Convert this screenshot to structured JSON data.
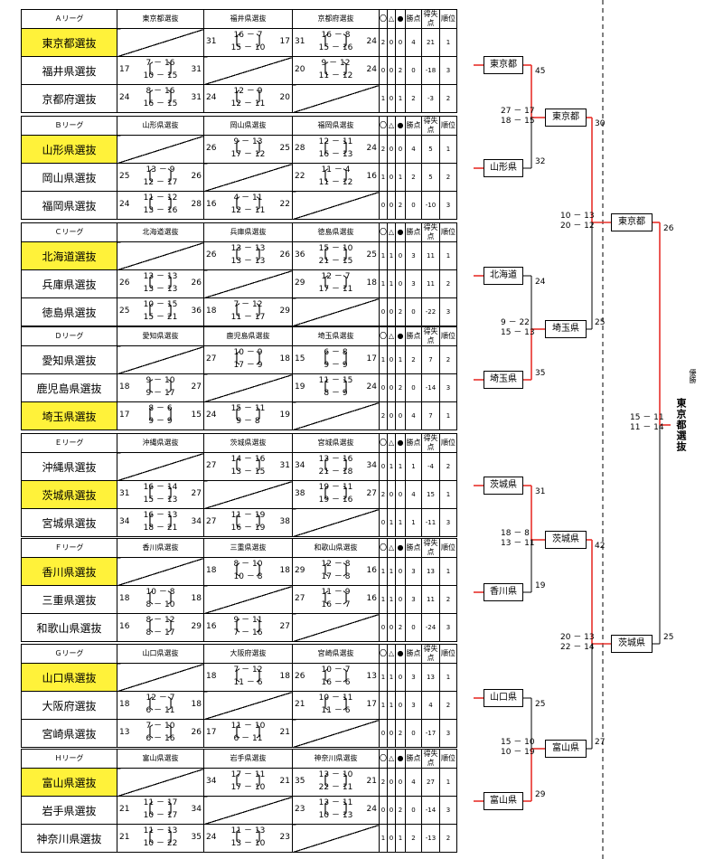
{
  "col_headers": {
    "win": "〇",
    "draw": "△",
    "loss": "●",
    "points": "勝点",
    "diff": "得失点",
    "rank": "順位"
  },
  "leagues": [
    {
      "name": "Ａリーグ",
      "teams": [
        "東京都選抜",
        "福井県選抜",
        "京都府選抜"
      ],
      "winner": 0,
      "scores": {
        "0-1": {
          "l": "31",
          "r": "17",
          "s1": "16 － 7",
          "s2": "15 － 10"
        },
        "0-2": {
          "l": "31",
          "r": "24",
          "s1": "16 － 8",
          "s2": "15 － 16"
        },
        "1-0": {
          "l": "17",
          "r": "31",
          "s1": "7 － 16",
          "s2": "10 － 15"
        },
        "1-2": {
          "l": "20",
          "r": "24",
          "s1": "9 － 12",
          "s2": "11 － 12"
        },
        "2-0": {
          "l": "24",
          "r": "31",
          "s1": "8 － 16",
          "s2": "16 － 15"
        },
        "2-1": {
          "l": "24",
          "r": "20",
          "s1": "12 － 9",
          "s2": "12 － 11"
        }
      },
      "stats": [
        [
          "2",
          "0",
          "0",
          "4",
          "21",
          "1"
        ],
        [
          "0",
          "0",
          "2",
          "0",
          "-18",
          "3"
        ],
        [
          "1",
          "0",
          "1",
          "2",
          "-3",
          "2"
        ]
      ]
    },
    {
      "name": "Ｂリーグ",
      "teams": [
        "山形県選抜",
        "岡山県選抜",
        "福岡県選抜"
      ],
      "winner": 0,
      "scores": {
        "0-1": {
          "l": "26",
          "r": "25",
          "s1": "9 － 13",
          "s2": "17 － 12"
        },
        "0-2": {
          "l": "28",
          "r": "24",
          "s1": "12 － 11",
          "s2": "16 － 13"
        },
        "1-0": {
          "l": "25",
          "r": "26",
          "s1": "13 － 9",
          "s2": "12 － 17"
        },
        "1-2": {
          "l": "22",
          "r": "16",
          "s1": "11 － 4",
          "s2": "11 － 12"
        },
        "2-0": {
          "l": "24",
          "r": "28",
          "s1": "11 － 12",
          "s2": "13 － 16"
        },
        "2-1": {
          "l": "16",
          "r": "22",
          "s1": "4 － 11",
          "s2": "12 － 11"
        }
      },
      "stats": [
        [
          "2",
          "0",
          "0",
          "4",
          "5",
          "1"
        ],
        [
          "1",
          "0",
          "1",
          "2",
          "5",
          "2"
        ],
        [
          "0",
          "0",
          "2",
          "0",
          "-10",
          "3"
        ]
      ]
    },
    {
      "name": "Ｃリーグ",
      "teams": [
        "北海道選抜",
        "兵庫県選抜",
        "徳島県選抜"
      ],
      "winner": 0,
      "scores": {
        "0-1": {
          "l": "26",
          "r": "26",
          "s1": "13 － 13",
          "s2": "13 － 13"
        },
        "0-2": {
          "l": "36",
          "r": "25",
          "s1": "15 － 10",
          "s2": "21 － 15"
        },
        "1-0": {
          "l": "26",
          "r": "26",
          "s1": "13 － 13",
          "s2": "13 － 13"
        },
        "1-2": {
          "l": "29",
          "r": "18",
          "s1": "12 － 7",
          "s2": "17 － 11"
        },
        "2-0": {
          "l": "25",
          "r": "36",
          "s1": "10 － 15",
          "s2": "15 － 21"
        },
        "2-1": {
          "l": "18",
          "r": "29",
          "s1": "7 － 12",
          "s2": "11 － 17"
        }
      },
      "stats": [
        [
          "1",
          "1",
          "0",
          "3",
          "11",
          "1"
        ],
        [
          "1",
          "1",
          "0",
          "3",
          "11",
          "2"
        ],
        [
          "0",
          "0",
          "2",
          "0",
          "-22",
          "3"
        ]
      ]
    },
    {
      "name": "Ｄリーグ",
      "teams": [
        "愛知県選抜",
        "鹿児島県選抜",
        "埼玉県選抜"
      ],
      "winner": 2,
      "scores": {
        "0-1": {
          "l": "27",
          "r": "18",
          "s1": "10 － 9",
          "s2": "17 － 9"
        },
        "0-2": {
          "l": "15",
          "r": "17",
          "s1": "6 － 8",
          "s2": "9 － 9"
        },
        "1-0": {
          "l": "18",
          "r": "27",
          "s1": "9 － 10",
          "s2": "9 － 17"
        },
        "1-2": {
          "l": "19",
          "r": "24",
          "s1": "11 － 15",
          "s2": "8 － 9"
        },
        "2-0": {
          "l": "17",
          "r": "15",
          "s1": "8 － 6",
          "s2": "9 － 9"
        },
        "2-1": {
          "l": "24",
          "r": "19",
          "s1": "15 － 11",
          "s2": "9 － 8"
        }
      },
      "stats": [
        [
          "1",
          "0",
          "1",
          "2",
          "7",
          "2"
        ],
        [
          "0",
          "0",
          "2",
          "0",
          "-14",
          "3"
        ],
        [
          "2",
          "0",
          "0",
          "4",
          "7",
          "1"
        ]
      ]
    },
    {
      "name": "Ｅリーグ",
      "teams": [
        "沖縄県選抜",
        "茨城県選抜",
        "宮城県選抜"
      ],
      "winner": 1,
      "scores": {
        "0-1": {
          "l": "27",
          "r": "31",
          "s1": "14 － 16",
          "s2": "13 － 15"
        },
        "0-2": {
          "l": "34",
          "r": "34",
          "s1": "13 － 16",
          "s2": "21 － 18"
        },
        "1-0": {
          "l": "31",
          "r": "27",
          "s1": "16 － 14",
          "s2": "15 － 13"
        },
        "1-2": {
          "l": "38",
          "r": "27",
          "s1": "19 － 11",
          "s2": "19 － 16"
        },
        "2-0": {
          "l": "34",
          "r": "34",
          "s1": "16 － 13",
          "s2": "18 － 21"
        },
        "2-1": {
          "l": "27",
          "r": "38",
          "s1": "11 － 19",
          "s2": "16 － 19"
        }
      },
      "stats": [
        [
          "0",
          "1",
          "1",
          "1",
          "-4",
          "2"
        ],
        [
          "2",
          "0",
          "0",
          "4",
          "15",
          "1"
        ],
        [
          "0",
          "1",
          "1",
          "1",
          "-11",
          "3"
        ]
      ]
    },
    {
      "name": "Ｆリーグ",
      "teams": [
        "香川県選抜",
        "三重県選抜",
        "和歌山県選抜"
      ],
      "winner": 0,
      "scores": {
        "0-1": {
          "l": "18",
          "r": "18",
          "s1": "8 － 10",
          "s2": "10 － 8"
        },
        "0-2": {
          "l": "29",
          "r": "16",
          "s1": "12 － 8",
          "s2": "17 － 8"
        },
        "1-0": {
          "l": "18",
          "r": "18",
          "s1": "10 － 8",
          "s2": "8 － 10"
        },
        "1-2": {
          "l": "27",
          "r": "16",
          "s1": "11 － 9",
          "s2": "16 － 7"
        },
        "2-0": {
          "l": "16",
          "r": "29",
          "s1": "8 － 12",
          "s2": "8 － 17"
        },
        "2-1": {
          "l": "16",
          "r": "27",
          "s1": "9 － 11",
          "s2": "7 － 16"
        }
      },
      "stats": [
        [
          "1",
          "1",
          "0",
          "3",
          "13",
          "1"
        ],
        [
          "1",
          "1",
          "0",
          "3",
          "11",
          "2"
        ],
        [
          "0",
          "0",
          "2",
          "0",
          "-24",
          "3"
        ]
      ]
    },
    {
      "name": "Ｇリーグ",
      "teams": [
        "山口県選抜",
        "大阪府選抜",
        "宮崎県選抜"
      ],
      "winner": 0,
      "scores": {
        "0-1": {
          "l": "18",
          "r": "18",
          "s1": "7 － 12",
          "s2": "11 － 6"
        },
        "0-2": {
          "l": "26",
          "r": "13",
          "s1": "10 － 7",
          "s2": "16 － 6"
        },
        "1-0": {
          "l": "18",
          "r": "18",
          "s1": "12 － 7",
          "s2": "6 － 11"
        },
        "1-2": {
          "l": "21",
          "r": "17",
          "s1": "10 － 11",
          "s2": "11 － 6"
        },
        "2-0": {
          "l": "13",
          "r": "26",
          "s1": "7 － 10",
          "s2": "6 － 16"
        },
        "2-1": {
          "l": "17",
          "r": "21",
          "s1": "11 － 10",
          "s2": "6 － 11"
        }
      },
      "stats": [
        [
          "1",
          "1",
          "0",
          "3",
          "13",
          "1"
        ],
        [
          "1",
          "1",
          "0",
          "3",
          "4",
          "2"
        ],
        [
          "0",
          "0",
          "2",
          "0",
          "-17",
          "3"
        ]
      ]
    },
    {
      "name": "Ｈリーグ",
      "teams": [
        "富山県選抜",
        "岩手県選抜",
        "神奈川県選抜"
      ],
      "winner": 0,
      "scores": {
        "0-1": {
          "l": "34",
          "r": "21",
          "s1": "17 － 11",
          "s2": "17 － 10"
        },
        "0-2": {
          "l": "35",
          "r": "21",
          "s1": "13 － 10",
          "s2": "22 － 11"
        },
        "1-0": {
          "l": "21",
          "r": "34",
          "s1": "11 － 17",
          "s2": "10 － 17"
        },
        "1-2": {
          "l": "23",
          "r": "24",
          "s1": "13 － 11",
          "s2": "10 － 13"
        },
        "2-0": {
          "l": "21",
          "r": "35",
          "s1": "11 － 13",
          "s2": "10 － 22"
        },
        "2-1": {
          "l": "24",
          "r": "23",
          "s1": "11 － 13",
          "s2": "13 － 10"
        }
      },
      "stats": [
        [
          "2",
          "0",
          "0",
          "4",
          "27",
          "1"
        ],
        [
          "0",
          "0",
          "2",
          "0",
          "-14",
          "3"
        ],
        [
          "1",
          "0",
          "1",
          "2",
          "-13",
          "2"
        ]
      ]
    }
  ],
  "bracket": {
    "r1": [
      "東京都",
      "山形県",
      "北海道",
      "埼玉県",
      "茨城県",
      "香川県",
      "山口県",
      "富山県"
    ],
    "r1_scores": [
      "45",
      "32",
      "24",
      "35",
      "31",
      "19",
      "25",
      "29"
    ],
    "qf_scores": [
      [
        "27 － 17",
        "18 － 15"
      ],
      [
        "9 － 22",
        "15 － 13"
      ],
      [
        "18 － 8",
        "13 － 11"
      ],
      [
        "15 － 10",
        "10 － 19"
      ]
    ],
    "r2": [
      "東京都",
      "埼玉県",
      "茨城県",
      "富山県"
    ],
    "r2_scores": [
      "30",
      "25",
      "42",
      "27"
    ],
    "sf_scores": [
      [
        "10 － 13",
        "20 － 12"
      ],
      [
        "20 － 13",
        "22 － 14"
      ]
    ],
    "r3": [
      "東京都",
      "茨城県"
    ],
    "r3_scores": [
      "26",
      "25"
    ],
    "final_scores": [
      "15 － 11",
      "11 － 14"
    ],
    "champion_label": "優勝",
    "champion": "東京都選抜"
  },
  "colors": {
    "winner_fill": "#fff23a",
    "win_line": "#e8302a"
  }
}
